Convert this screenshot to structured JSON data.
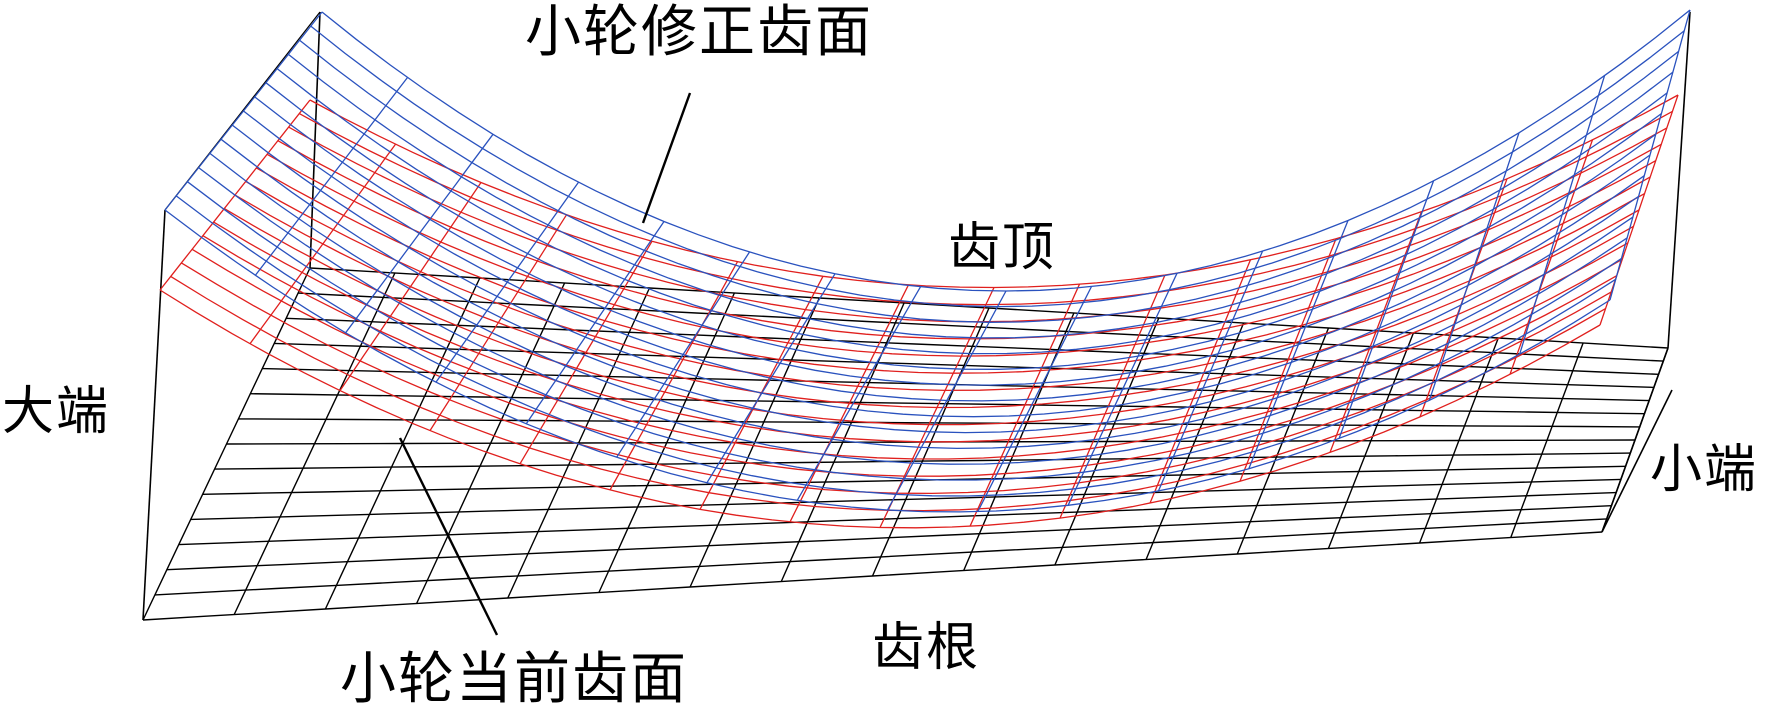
{
  "labels": {
    "modified_surface": "小轮修正齿面",
    "tooth_top": "齿顶",
    "big_end": "大端",
    "small_end": "小端",
    "tooth_root": "齿根",
    "current_surface": "小轮当前齿面"
  },
  "colors": {
    "modified_mesh": "#2a52be",
    "current_mesh": "#e0201e",
    "base_grid": "#000000",
    "leader_line": "#000000"
  }
}
